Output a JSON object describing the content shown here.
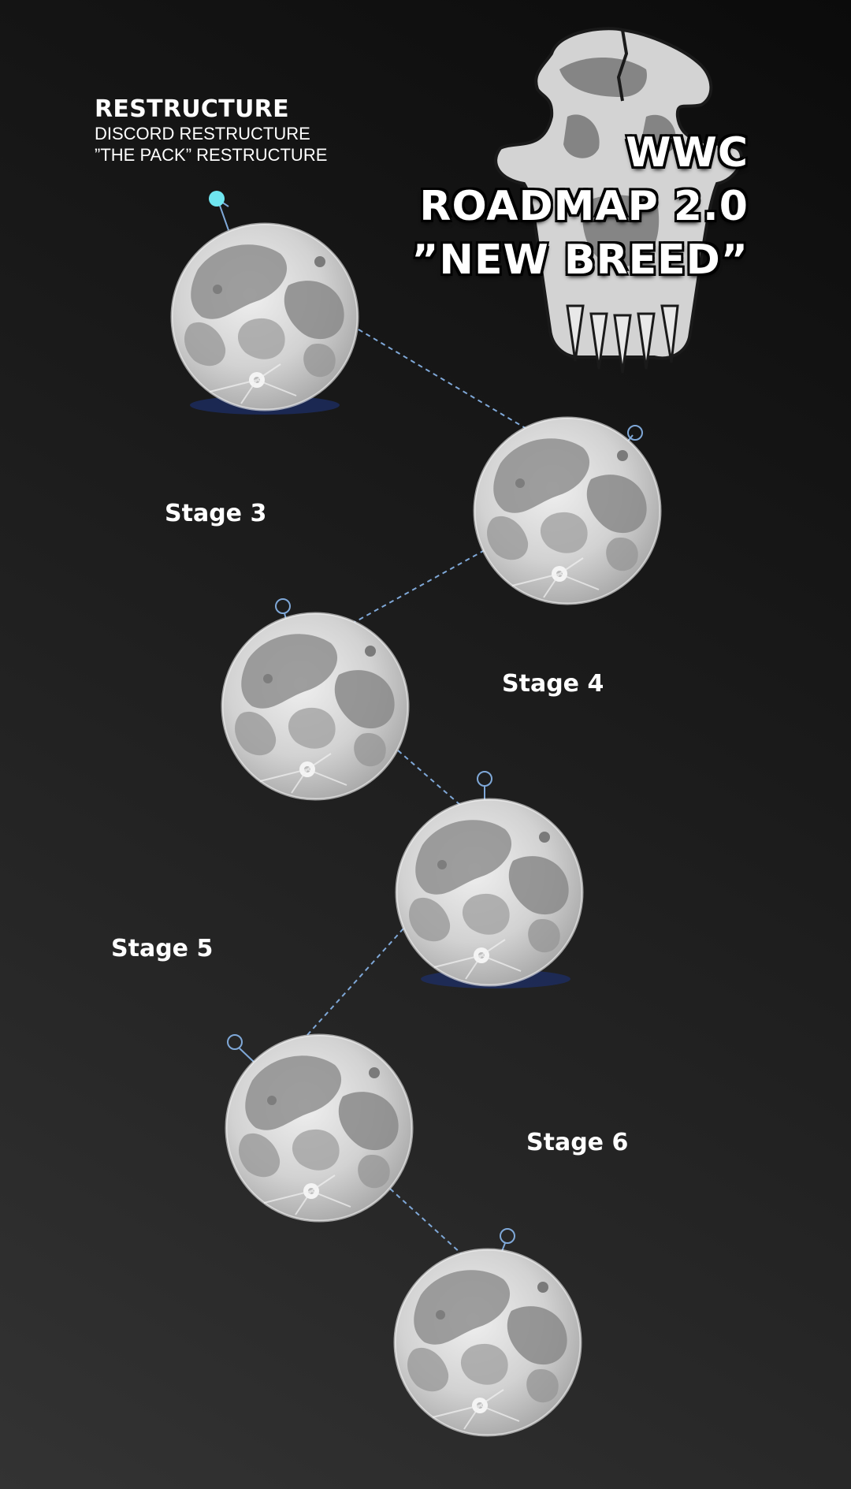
{
  "header": {
    "title": "RESTRUCTURE",
    "line1": "DISCORD RESTRUCTURE",
    "line2": "”THE PACK” RESTRUCTURE"
  },
  "logo": {
    "line1": "WWC",
    "line2": "ROADMAP 2.0",
    "line3": "”NEW BREED”"
  },
  "stages": {
    "stage3": "Stage 3",
    "stage4": "Stage 4",
    "stage5": "Stage 5",
    "stage6": "Stage 6"
  },
  "colors": {
    "accent": "#6fe6f0",
    "connector": "#7fa8d8",
    "moon_base": "#d8d8d8"
  },
  "icons": {
    "moon": "full-moon-icon",
    "logo": "wolf-skull-icon",
    "pin": "map-pin-icon"
  }
}
